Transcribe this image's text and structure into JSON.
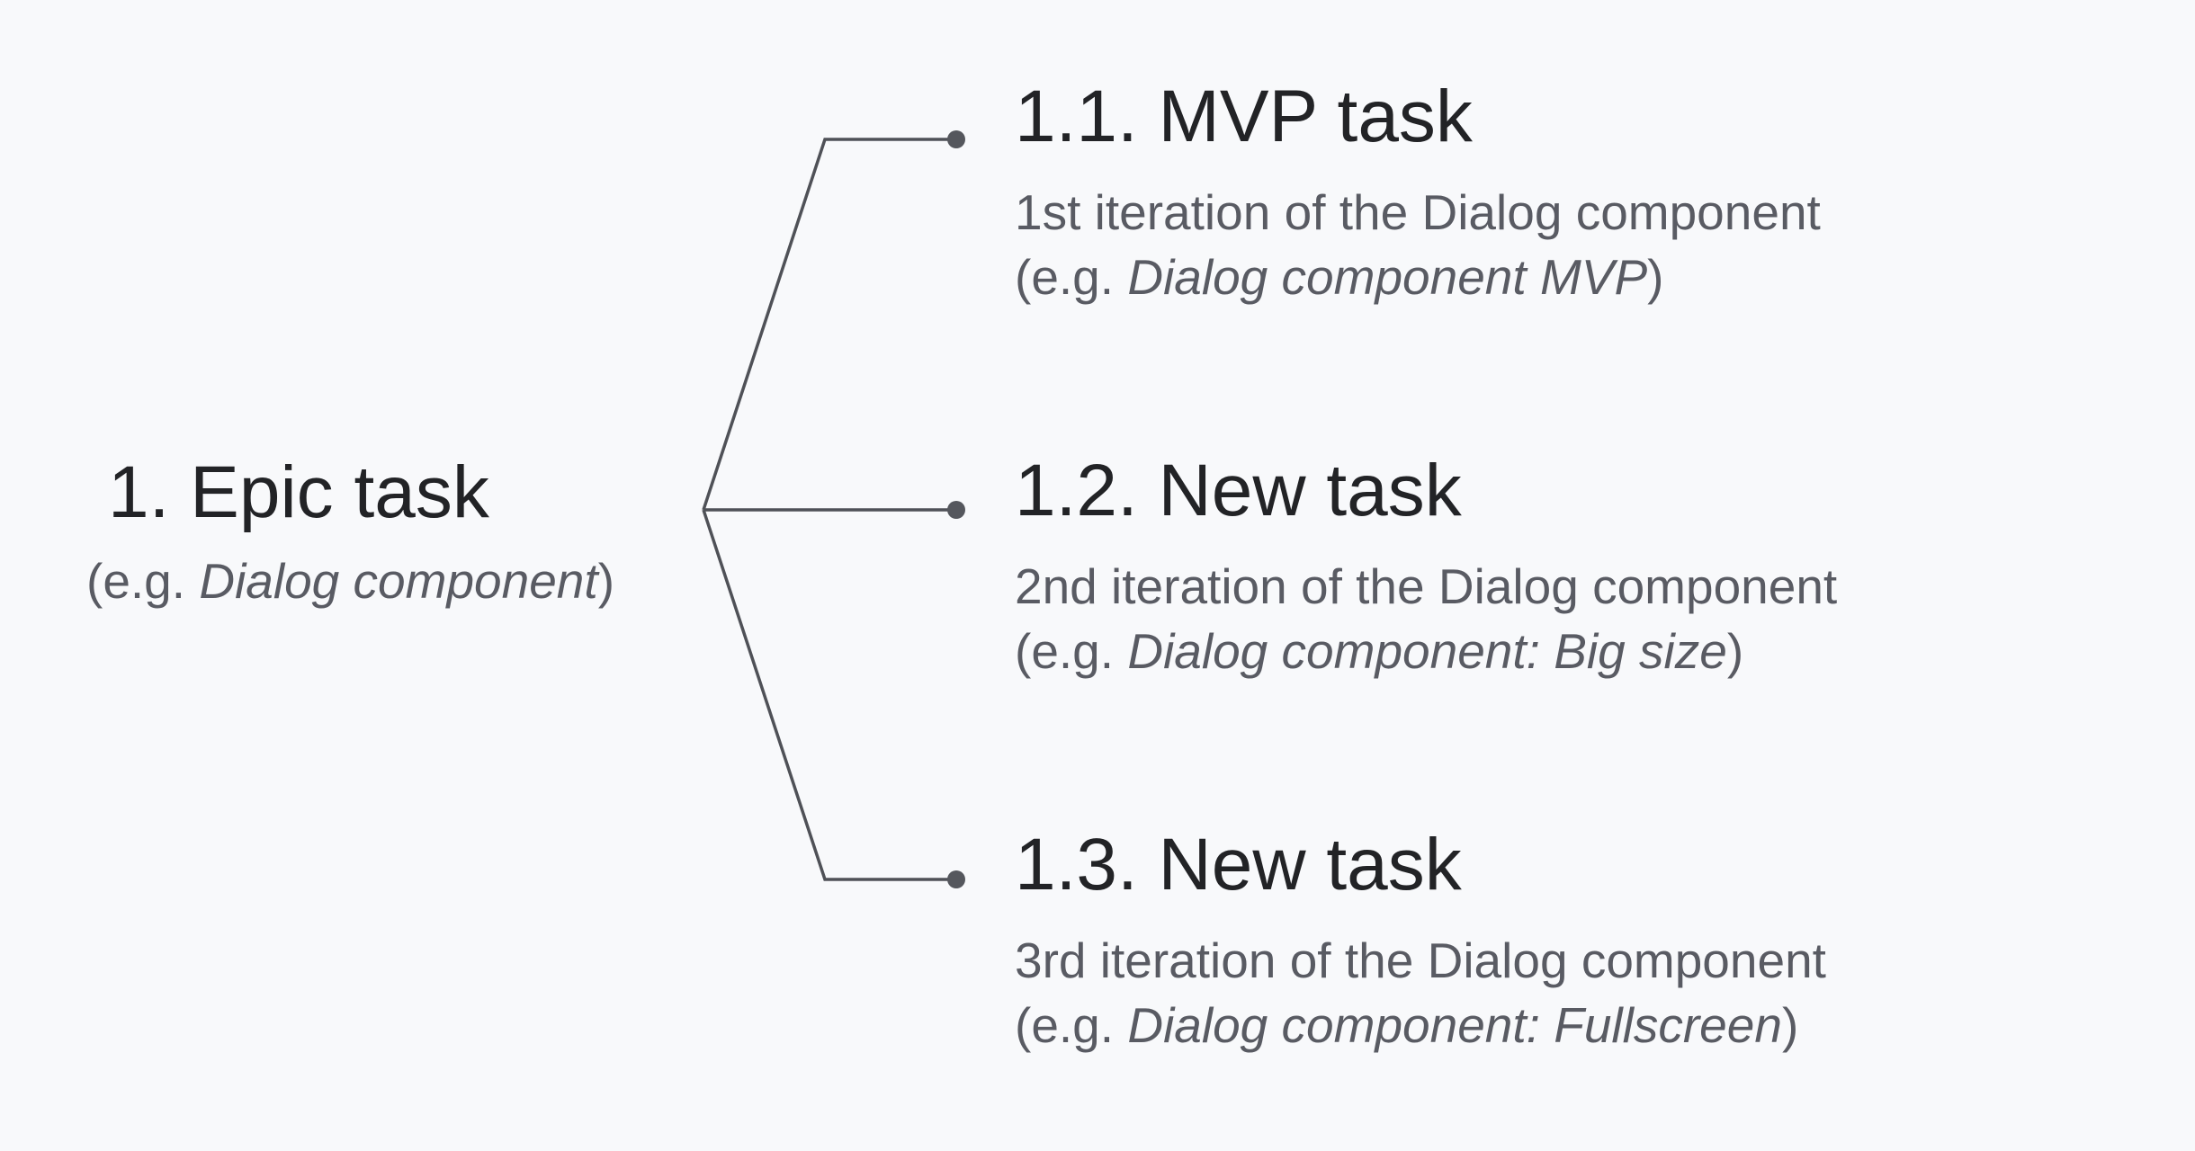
{
  "colors": {
    "background": "#f8f9fb",
    "title": "#222326",
    "description": "#595b63",
    "connector": "#4f5157",
    "node_dot": "#55575d"
  },
  "epic": {
    "title": "1. Epic task",
    "example_prefix": "(e.g. ",
    "example_emphasis": "Dialog component",
    "example_suffix": ")"
  },
  "children": [
    {
      "title": "1.1. MVP task",
      "description": "1st iteration of the Dialog component",
      "example_prefix": "(e.g. ",
      "example_emphasis": "Dialog component MVP",
      "example_suffix": ")"
    },
    {
      "title": "1.2. New task",
      "description": "2nd iteration of the Dialog component",
      "example_prefix": "(e.g. ",
      "example_emphasis": "Dialog component: Big size",
      "example_suffix": ")"
    },
    {
      "title": "1.3. New task",
      "description": "3rd iteration of the Dialog component",
      "example_prefix": "(e.g. ",
      "example_emphasis": "Dialog component: Fullscreen",
      "example_suffix": ")"
    }
  ]
}
